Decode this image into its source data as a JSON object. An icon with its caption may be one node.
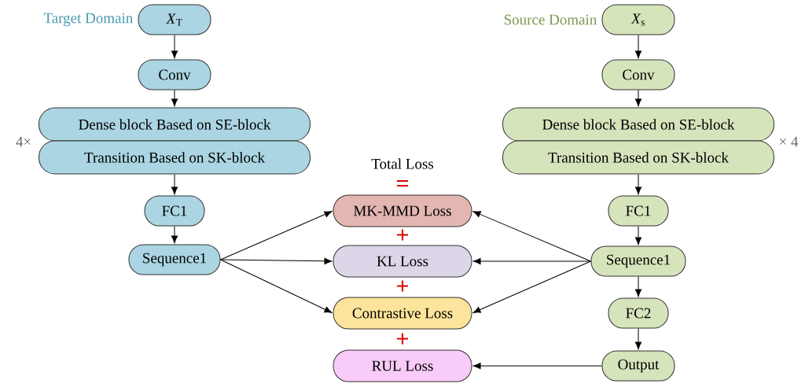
{
  "diagram": {
    "nodes": [
      {
        "text": [
          "*X*$_{T}$"
        ],
        "beside": [
          "Target Domain"
        ]
      },
      {
        "text": [
          "Conv"
        ]
      },
      {
        "text": [
          "Dense block Based on SE-block"
        ]
      },
      {
        "text": [
          "Transition Based on SK-block"
        ]
      },
      {
        "text": [
          "FC1"
        ]
      },
      {
        "text": [
          "Sequence1"
        ]
      },
      {
        "text": [
          "MK-MMD Loss"
        ]
      },
      {
        "text": [
          "KL Loss"
        ]
      },
      {
        "text": [
          "Contrastive Loss"
        ]
      },
      {
        "text": [
          "RUL Loss"
        ]
      },
      {
        "text": [
          "*X*$_{s}$"
        ],
        "beside": [
          "Source Domain"
        ]
      },
      {
        "text": [
          "Conv"
        ]
      },
      {
        "text": [
          "Dense block Based on SE-block"
        ]
      },
      {
        "text": [
          "Transition Based on SK-block"
        ]
      },
      {
        "text": [
          "FC1"
        ]
      },
      {
        "text": [
          "Sequence1"
        ]
      },
      {
        "text": [
          "FC2"
        ]
      },
      {
        "text": [
          "Output"
        ]
      }
    ],
    "edges": [
      {
        "from": 0,
        "to": 1,
        "arrow": "to"
      },
      {
        "from": 1,
        "to": 2,
        "arrow": "to"
      },
      {
        "from": 3,
        "to": 4,
        "arrow": "to"
      },
      {
        "from": 4,
        "to": 5,
        "arrow": "to"
      },
      {
        "from": 5,
        "to": 6,
        "arrow": "to"
      },
      {
        "from": 5,
        "to": 7,
        "arrow": "to"
      },
      {
        "from": 5,
        "to": 8,
        "arrow": "to"
      },
      {
        "from": 10,
        "to": 11,
        "arrow": "to"
      },
      {
        "from": 11,
        "to": 12,
        "arrow": "to"
      },
      {
        "from": 13,
        "to": 14,
        "arrow": "to"
      },
      {
        "from": 14,
        "to": 15,
        "arrow": "to"
      },
      {
        "from": 15,
        "to": 6,
        "arrow": "to"
      },
      {
        "from": 15,
        "to": 7,
        "arrow": "to"
      },
      {
        "from": 15,
        "to": 8,
        "arrow": "to"
      },
      {
        "from": 15,
        "to": 16,
        "arrow": "to"
      },
      {
        "from": 16,
        "to": 17,
        "arrow": "to"
      },
      {
        "from": 17,
        "to": 9,
        "arrow": "to"
      }
    ],
    "labels": [
      "4×",
      "× 4",
      "Total Loss",
      "=",
      "+",
      "+",
      "+"
    ]
  }
}
